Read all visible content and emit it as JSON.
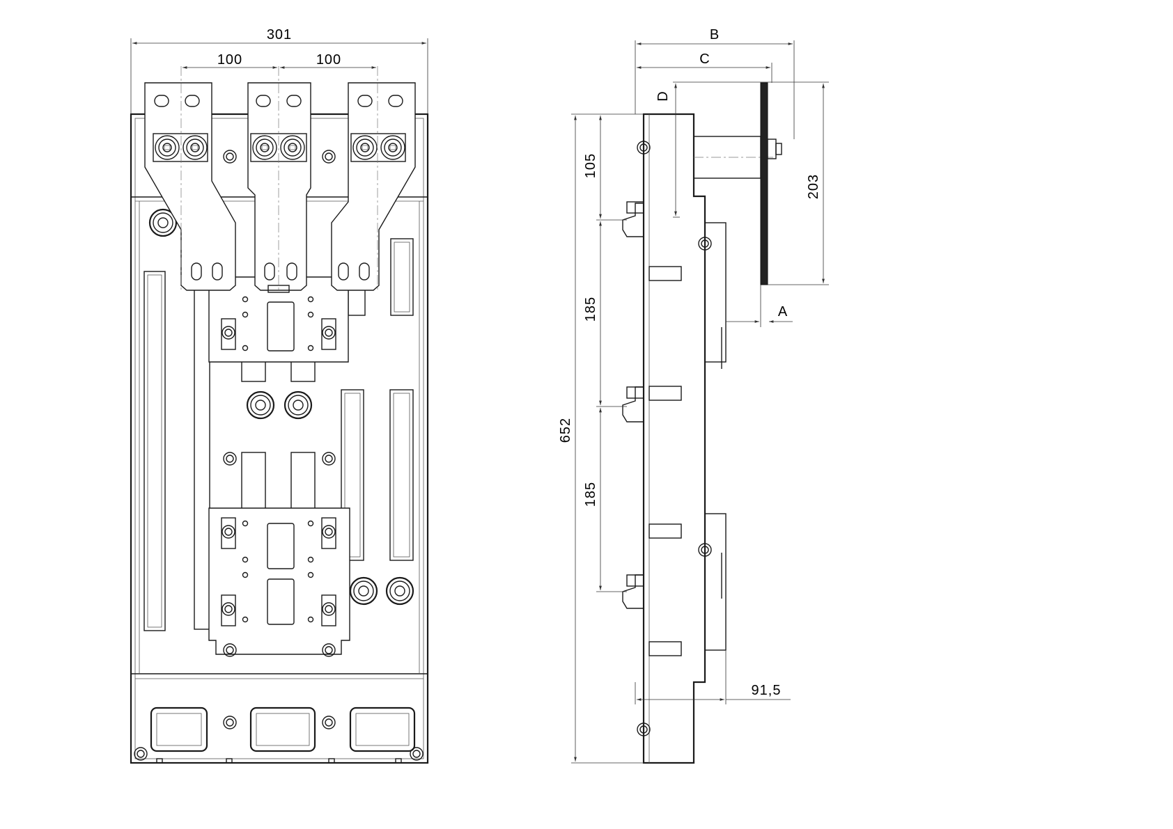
{
  "drawing": {
    "front_view": {
      "overall_width": "301",
      "pitch_left": "100",
      "pitch_right": "100"
    },
    "side_view": {
      "dim_b": "B",
      "dim_c": "C",
      "dim_d": "D",
      "dim_a": "A",
      "height_upper": "105",
      "height_mid_1": "185",
      "height_mid_2": "185",
      "total_height": "652",
      "handle_height": "203",
      "depth": "91,5"
    }
  }
}
